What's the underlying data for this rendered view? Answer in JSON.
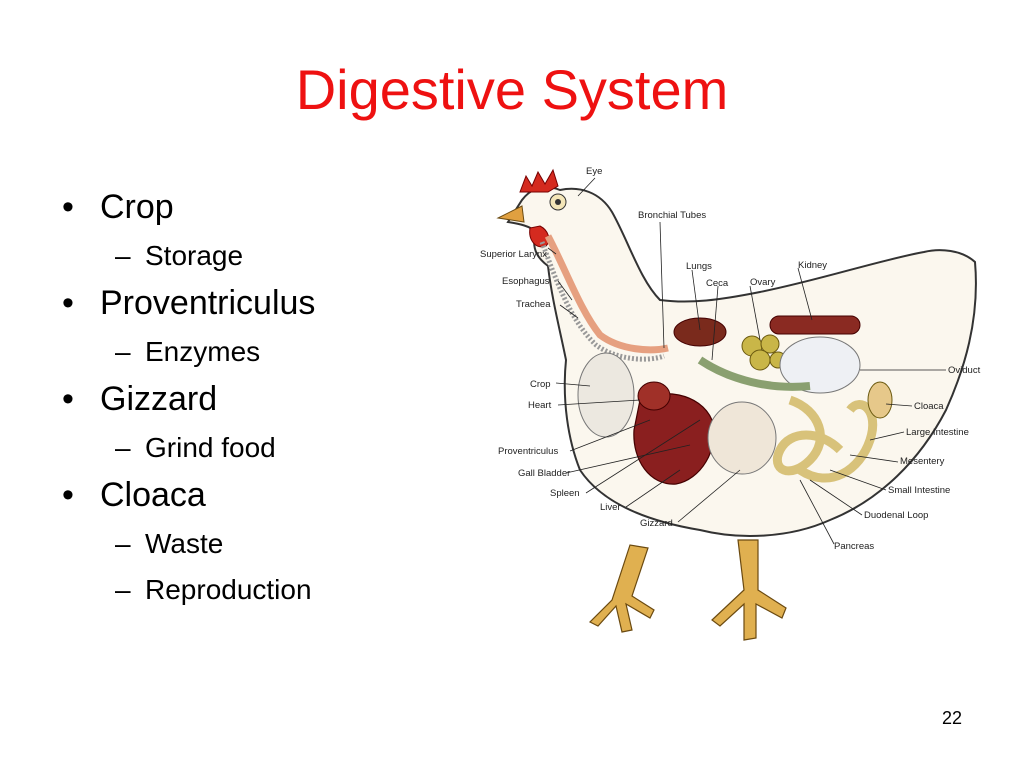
{
  "slide": {
    "title": "Digestive System",
    "page_number": "22"
  },
  "bullets": [
    {
      "label": "Crop",
      "subs": [
        "Storage"
      ]
    },
    {
      "label": "Proventriculus",
      "subs": [
        "Enzymes"
      ]
    },
    {
      "label": "Gizzard",
      "subs": [
        "Grind food"
      ]
    },
    {
      "label": "Cloaca",
      "subs": [
        "Waste",
        "Reproduction"
      ]
    }
  ],
  "markers": {
    "bullet": "•",
    "dash": "–"
  },
  "colors": {
    "title": "#ee1111",
    "crop": "#ece8e0",
    "liver": "#8a1f1f",
    "intestine": "#d8c27a",
    "gizzard": "#efe6d8",
    "ovary": "#c9b648",
    "lungs": "#7a2a1c",
    "feet": "#e0b050"
  },
  "diagram": {
    "labels": {
      "eye": "Eye",
      "bronchial_tubes": "Bronchial Tubes",
      "superior_larynx": "Superior Larynx",
      "lungs": "Lungs",
      "kidney": "Kidney",
      "esophagus": "Esophagus",
      "ceca": "Ceca",
      "ovary": "Ovary",
      "trachea": "Trachea",
      "oviduct": "Oviduct",
      "crop": "Crop",
      "heart": "Heart",
      "cloaca": "Cloaca",
      "large_intestine": "Large Intestine",
      "proventriculus": "Proventriculus",
      "mesentery": "Mesentery",
      "gall_bladder": "Gall Bladder",
      "small_intestine": "Small Intestine",
      "spleen": "Spleen",
      "duodenal_loop": "Duodenal Loop",
      "liver": "Liver",
      "gizzard": "Gizzard",
      "pancreas": "Pancreas"
    }
  }
}
